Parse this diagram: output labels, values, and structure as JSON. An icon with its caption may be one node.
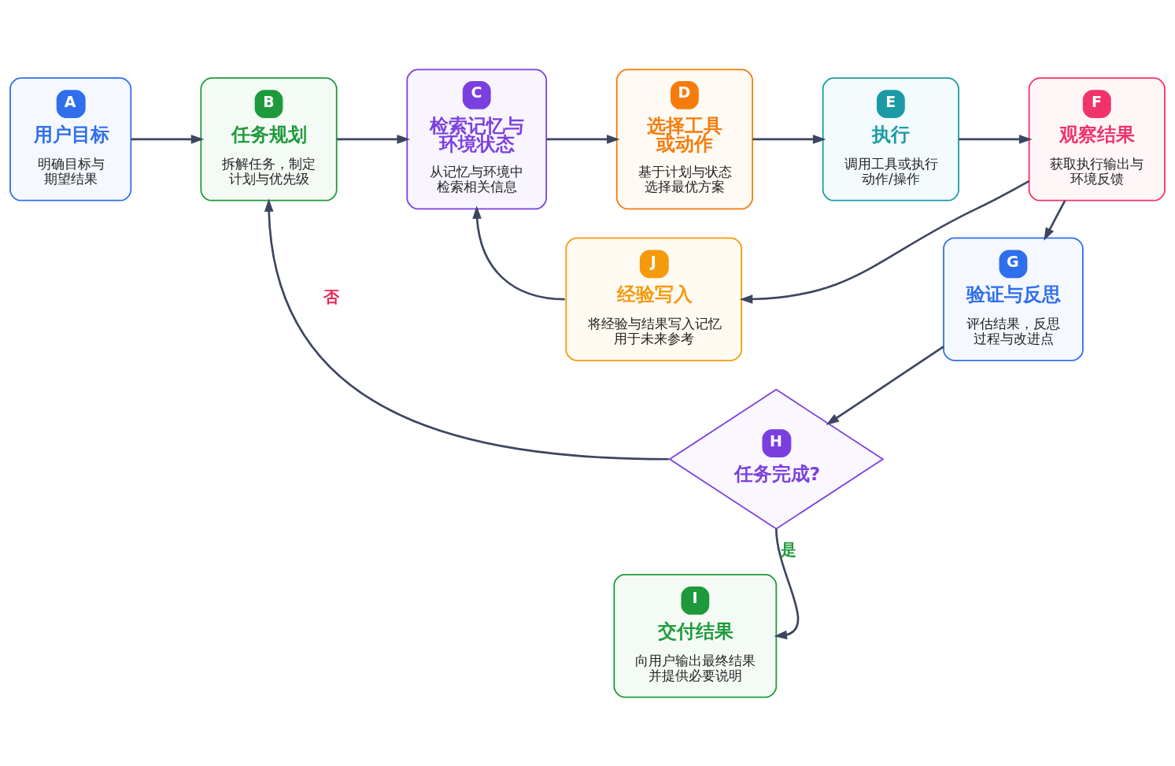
{
  "diagram": {
    "nodes": [
      {
        "text": [
          "A",
          "用户目标",
          "明确目标与期望结果"
        ]
      },
      {
        "text": [
          "B",
          "任务规划",
          "拆解任务，制定计划与优先级"
        ]
      },
      {
        "text": [
          "C",
          "检索记忆与环境状态",
          "从记忆与环境中检索相关信息"
        ]
      },
      {
        "text": [
          "D",
          "选择工具或动作",
          "基于计划与状态选择最优方案"
        ]
      },
      {
        "text": [
          "E",
          "执行",
          "调用工具或执行动作/操作"
        ]
      },
      {
        "text": [
          "F",
          "观察结果",
          "获取执行输出与环境反馈"
        ]
      },
      {
        "text": [
          "J",
          "经验写入",
          "将经验与结果写入记忆用于未来参考"
        ]
      },
      {
        "text": [
          "G",
          "验证与反思",
          "评估结果，反思过程与改进点"
        ]
      },
      {
        "text": [
          "H",
          "任务完成?"
        ]
      },
      {
        "text": [
          "I",
          "交付结果",
          "向用户输出最终结果并提供必要说明"
        ]
      }
    ],
    "edges": [
      {
        "from": 0,
        "to": 1,
        "arrow": "to"
      },
      {
        "from": 1,
        "to": 2,
        "arrow": "to"
      },
      {
        "from": 2,
        "to": 3,
        "arrow": "to"
      },
      {
        "from": 3,
        "to": 4,
        "arrow": "to"
      },
      {
        "from": 4,
        "to": 5,
        "arrow": "to"
      },
      {
        "from": 5,
        "to": 7,
        "arrow": "to"
      },
      {
        "from": 5,
        "to": 6,
        "arrow": "to"
      },
      {
        "from": 6,
        "to": 2,
        "arrow": "to"
      },
      {
        "from": 7,
        "to": 8,
        "arrow": "to"
      },
      {
        "from": 8,
        "to": 1,
        "label": "否",
        "arrow": "to"
      },
      {
        "from": 8,
        "to": 9,
        "label": "是",
        "arrow": "to"
      }
    ]
  }
}
